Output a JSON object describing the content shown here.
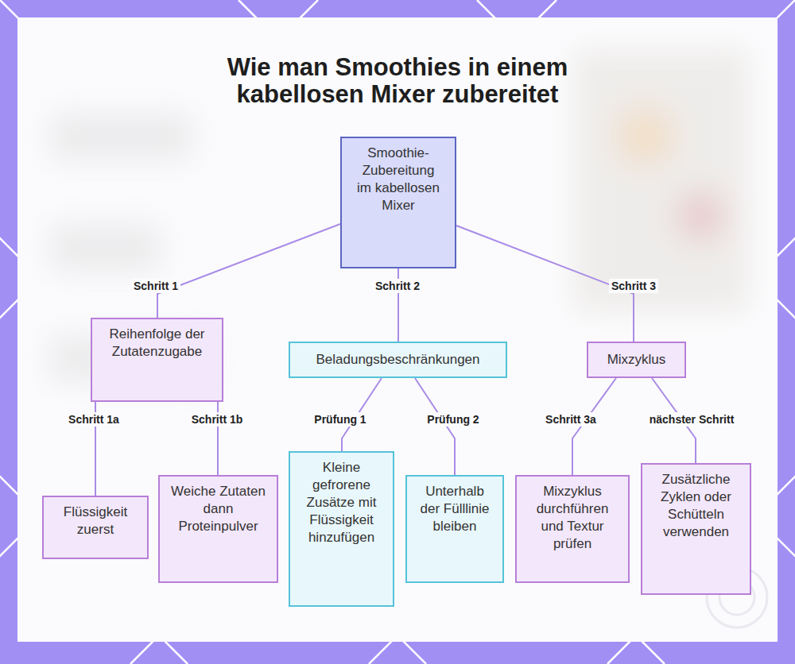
{
  "diagram": {
    "title": "Wie man Smoothies in einem kabellosen Mixer zubereitet",
    "nodes": [
      {
        "text": [
          "Smoothie-Zubereitung im kabellosen Mixer"
        ]
      },
      {
        "text": [
          "Reihenfolge der Zutatenzugabe"
        ]
      },
      {
        "text": [
          "Beladungsbeschränkungen"
        ]
      },
      {
        "text": [
          "Mixzyklus"
        ]
      },
      {
        "text": [
          "Flüssigkeit zuerst"
        ]
      },
      {
        "text": [
          "Weiche Zutaten dann Proteinpulver"
        ]
      },
      {
        "text": [
          "Kleine gefrorene Zusätze mit Flüssigkeit hinzufügen"
        ]
      },
      {
        "text": [
          "Unterhalb der Fülllinie bleiben"
        ]
      },
      {
        "text": [
          "Mixzyklus durchführen und Textur prüfen"
        ]
      },
      {
        "text": [
          "Zusätzliche Zyklen oder Schütteln verwenden"
        ]
      }
    ],
    "edges": [
      {
        "from": 0,
        "to": 1,
        "label": "Schritt 1",
        "arrow": "none"
      },
      {
        "from": 0,
        "to": 2,
        "label": "Schritt 2",
        "arrow": "none"
      },
      {
        "from": 0,
        "to": 3,
        "label": "Schritt 3",
        "arrow": "none"
      },
      {
        "from": 1,
        "to": 4,
        "label": "Schritt 1a",
        "arrow": "none"
      },
      {
        "from": 1,
        "to": 5,
        "label": "Schritt 1b",
        "arrow": "none"
      },
      {
        "from": 2,
        "to": 6,
        "label": "Prüfung 1",
        "arrow": "none"
      },
      {
        "from": 2,
        "to": 7,
        "label": "Prüfung 2",
        "arrow": "none"
      },
      {
        "from": 3,
        "to": 8,
        "label": "Schritt 3a",
        "arrow": "none"
      },
      {
        "from": 3,
        "to": 9,
        "label": "nächster Schritt",
        "arrow": "none"
      }
    ]
  }
}
